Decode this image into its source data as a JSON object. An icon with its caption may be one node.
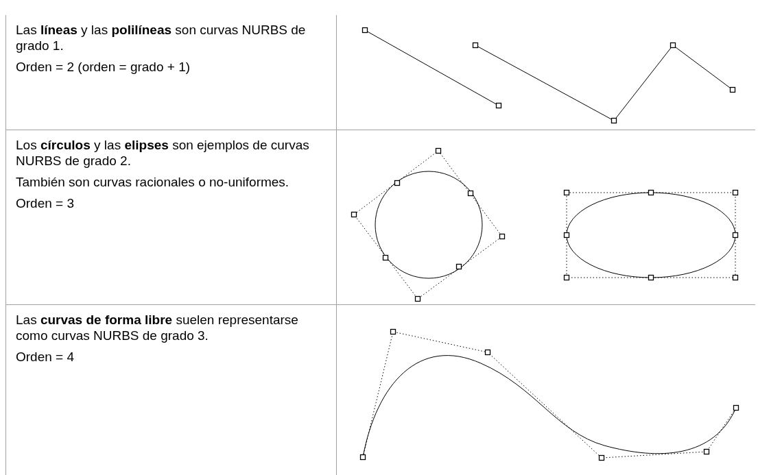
{
  "diagram": {
    "labels": [
      "Las **líneas** y las **polilíneas** son curvas NURBS de grado 1.",
      "Orden = 2 (orden = grado + 1)",
      "Los **círculos** y las **elipses** son ejemplos de curvas NURBS de grado 2.",
      "También son curvas racionales o no-uniformes.",
      "Orden = 3",
      "Las **curvas de forma libre** suelen representarse como curvas NURBS de grado 3.",
      "Orden = 4"
    ]
  }
}
